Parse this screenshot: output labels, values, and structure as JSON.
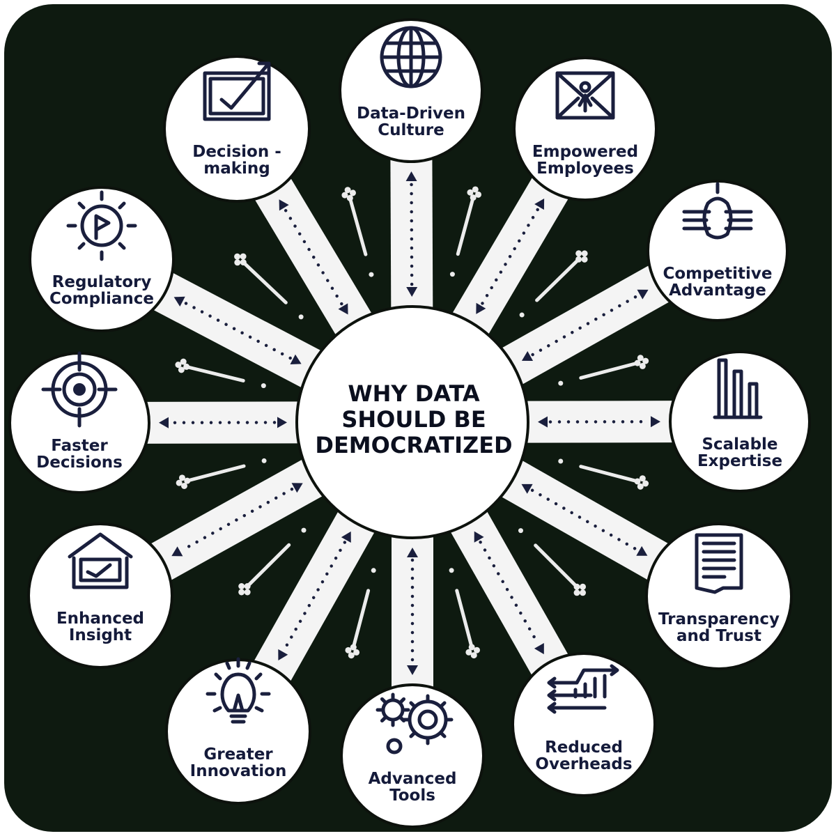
{
  "center": {
    "lines": [
      "WHY DATA",
      "SHOULD BE",
      "DEMOCRATIZED"
    ]
  },
  "nodes": [
    {
      "id": "data-driven-culture",
      "lines": [
        "Data-Driven",
        "Culture"
      ],
      "icon": "globe-icon"
    },
    {
      "id": "empowered-employees",
      "lines": [
        "Empowered",
        "Employees"
      ],
      "icon": "envelope-person-icon"
    },
    {
      "id": "competitive-advantage",
      "lines": [
        "Competitive",
        "Advantage"
      ],
      "icon": "speed-lines-icon"
    },
    {
      "id": "scalable-expertise",
      "lines": [
        "Scalable",
        "Expertise"
      ],
      "icon": "bar-chart-icon"
    },
    {
      "id": "transparency-and-trust",
      "lines": [
        "Transparency",
        "and Trust"
      ],
      "icon": "document-icon"
    },
    {
      "id": "reduced-overheads",
      "lines": [
        "Reduced",
        "Overheads"
      ],
      "icon": "trend-chart-icon"
    },
    {
      "id": "advanced-tools",
      "lines": [
        "Advanced",
        "Tools"
      ],
      "icon": "gears-icon"
    },
    {
      "id": "greater-innovation",
      "lines": [
        "Greater",
        "Innovation"
      ],
      "icon": "lightbulb-icon"
    },
    {
      "id": "enhanced-insight",
      "lines": [
        "Enhanced",
        "Insight"
      ],
      "icon": "house-chart-icon"
    },
    {
      "id": "faster-decisions",
      "lines": [
        "Faster",
        "Decisions"
      ],
      "icon": "target-icon"
    },
    {
      "id": "regulatory-compliance",
      "lines": [
        "Regulatory",
        "Compliance"
      ],
      "icon": "compass-icon"
    },
    {
      "id": "decision-making",
      "lines": [
        "Decision -",
        "making"
      ],
      "icon": "monitor-chart-icon"
    }
  ],
  "colors": {
    "background": "#0e1a10",
    "node_fill": "#ffffff",
    "beam_fill": "#f4f4f4",
    "text": "#141a3a"
  }
}
